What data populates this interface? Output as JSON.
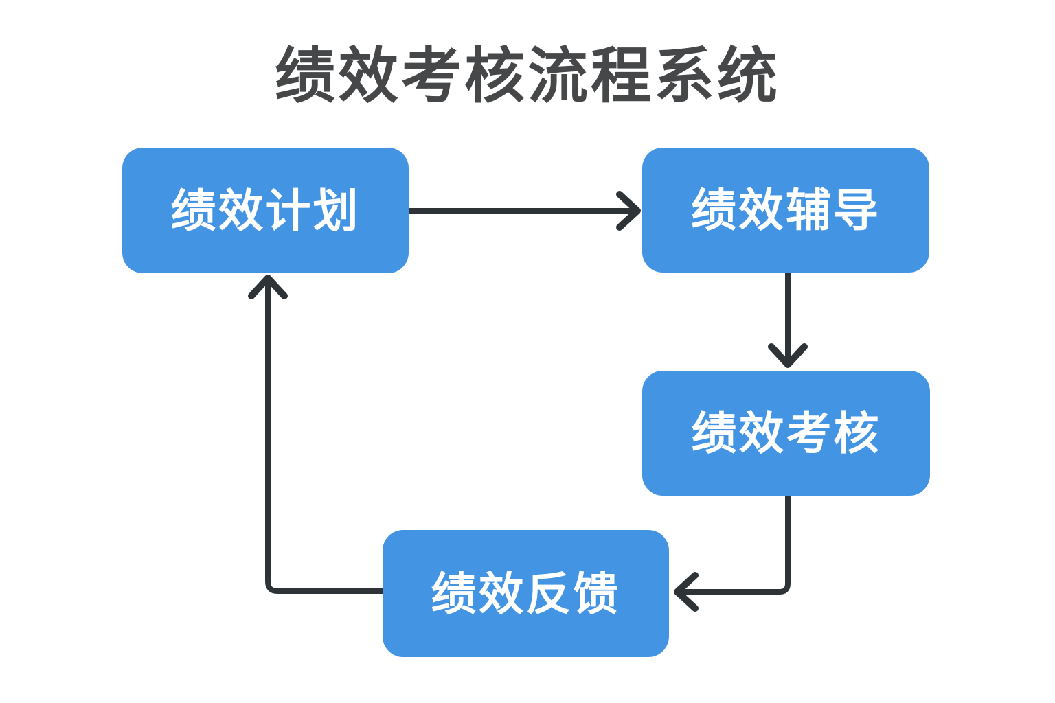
{
  "title": "绩效考核流程系统",
  "colors": {
    "background": "#ffffff",
    "node_fill": "#4494e4",
    "node_text": "#ffffff",
    "arrow": "#2e3338",
    "title_text": "#454749"
  },
  "nodes": [
    {
      "id": "plan",
      "label": "绩效计划"
    },
    {
      "id": "coaching",
      "label": "绩效辅导"
    },
    {
      "id": "appraisal",
      "label": "绩效考核"
    },
    {
      "id": "feedback",
      "label": "绩效反馈"
    }
  ],
  "edges": [
    {
      "from": "绩效计划",
      "to": "绩效辅导",
      "direction": "right"
    },
    {
      "from": "绩效辅导",
      "to": "绩效考核",
      "direction": "down"
    },
    {
      "from": "绩效考核",
      "to": "绩效反馈",
      "direction": "down-then-left"
    },
    {
      "from": "绩效反馈",
      "to": "绩效计划",
      "direction": "left-then-up"
    }
  ]
}
